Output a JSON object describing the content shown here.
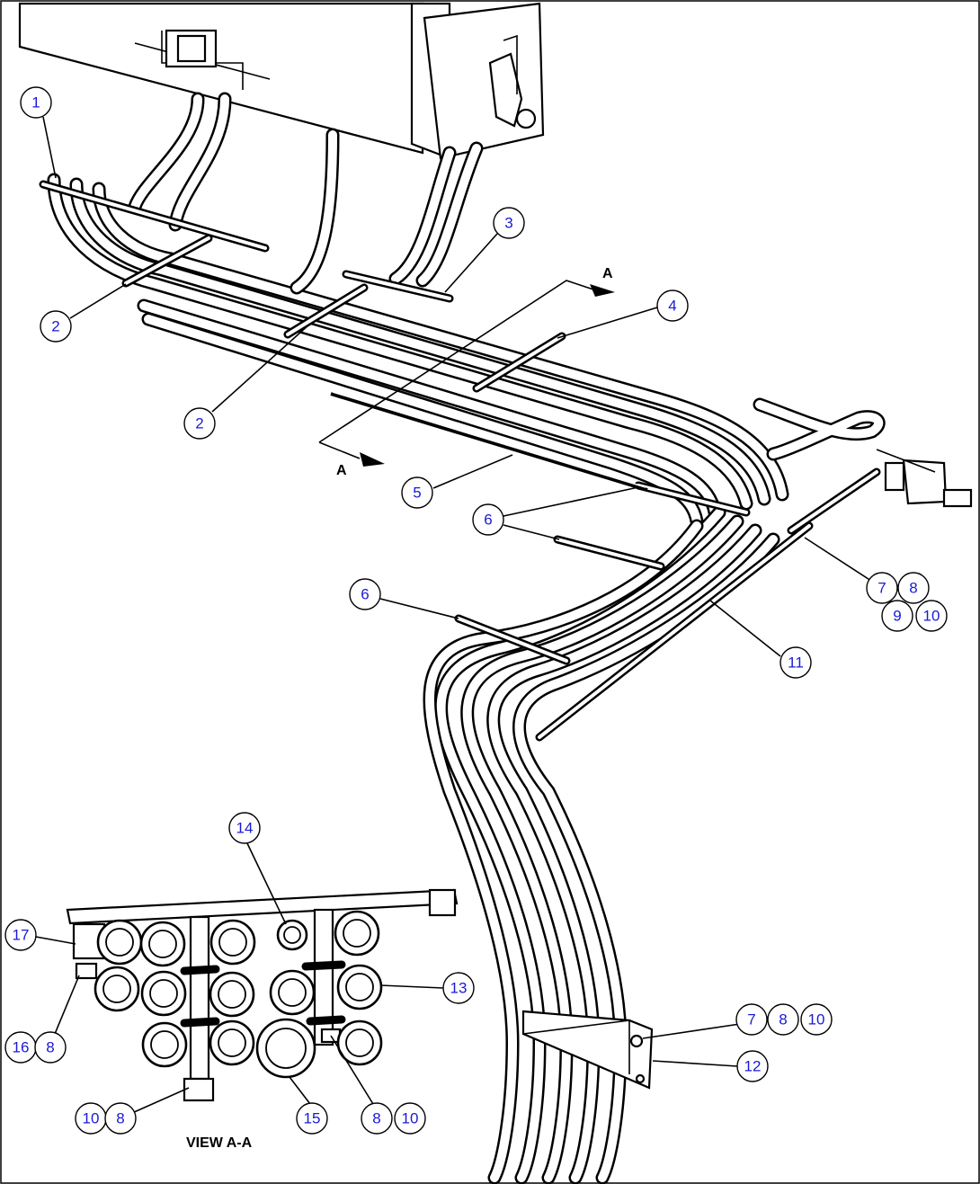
{
  "diagram": {
    "view_label": "VIEW A-A",
    "section_letter": "A",
    "callouts": [
      {
        "id": "1"
      },
      {
        "id": "2"
      },
      {
        "id": "2"
      },
      {
        "id": "3"
      },
      {
        "id": "4"
      },
      {
        "id": "5"
      },
      {
        "id": "6"
      },
      {
        "id": "6"
      },
      {
        "id": "7"
      },
      {
        "id": "8"
      },
      {
        "id": "9"
      },
      {
        "id": "10"
      },
      {
        "id": "11"
      },
      {
        "id": "7"
      },
      {
        "id": "8"
      },
      {
        "id": "10"
      },
      {
        "id": "12"
      },
      {
        "id": "14"
      },
      {
        "id": "17"
      },
      {
        "id": "13"
      },
      {
        "id": "16"
      },
      {
        "id": "8"
      },
      {
        "id": "10"
      },
      {
        "id": "8"
      },
      {
        "id": "15"
      },
      {
        "id": "8"
      },
      {
        "id": "10"
      }
    ],
    "colors": {
      "callout_text": "#1a1ad6",
      "line": "#000000",
      "background": "#ffffff"
    }
  }
}
